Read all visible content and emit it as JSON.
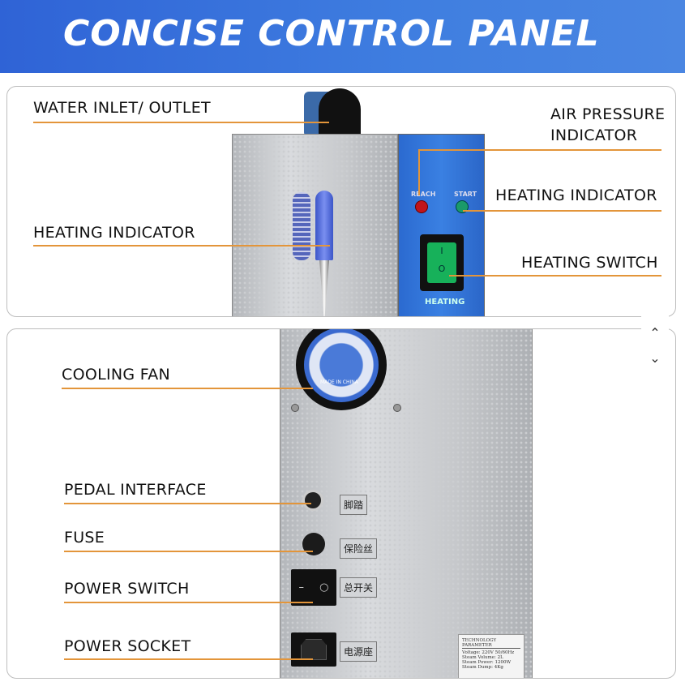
{
  "header": {
    "title": "CONCISE CONTROL PANEL"
  },
  "top_panel": {
    "labels": {
      "water": "WATER INLET/ OUTLET",
      "heating_left": "HEATING INDICATOR",
      "air1": "AIR PRESSURE",
      "air2": "INDICATOR",
      "heating_right": "HEATING INDICATOR",
      "switch": "HEATING SWITCH"
    },
    "machine": {
      "reach": "REACH",
      "start": "START",
      "heating": "HEATING",
      "switch_on": "I",
      "switch_off": "O"
    }
  },
  "bottom_panel": {
    "labels": {
      "fan": "COOLING FAN",
      "pedal": "PEDAL INTERFACE",
      "fuse": "FUSE",
      "power_switch": "POWER SWITCH",
      "power_socket": "POWER SOCKET"
    },
    "machine": {
      "pedal_cn": "脚踏",
      "fuse_cn": "保险丝",
      "switch_cn": "总开关",
      "socket_cn": "电源座",
      "fan_made": "MADE IN CHINA",
      "param_title": "TECHNOLOGY PARAMETER",
      "params": [
        "Voltage: 220V 50/60Hz",
        "Steam Volume: 2L",
        "Steam Power: 1200W",
        "Steam Dump: 4Kg"
      ]
    }
  },
  "scroll": {
    "up": "⌃",
    "down": "⌄"
  },
  "colors": {
    "accent": "#e3953a",
    "header": "#3a74dc",
    "panel_blue": "#2f72d8"
  }
}
